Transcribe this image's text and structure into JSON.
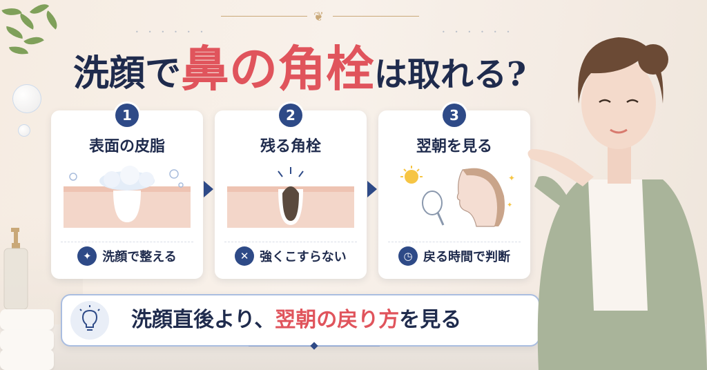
{
  "title": {
    "part1": "洗顔で",
    "part2": "鼻の角栓",
    "part3": "は取れる?"
  },
  "steps": [
    {
      "number": "1",
      "title": "表面の皮脂",
      "footer": "洗顔で整える",
      "icon": "sparkle-icon"
    },
    {
      "number": "2",
      "title": "残る角栓",
      "footer": "強くこすらない",
      "icon": "cross-icon"
    },
    {
      "number": "3",
      "title": "翌朝を見る",
      "footer": "戻る時間で判断",
      "icon": "clock-icon"
    }
  ],
  "summary": {
    "part1": "洗顔直後より、",
    "highlight": "翌朝の戻り方",
    "part2": "を見る",
    "icon": "lightbulb-icon"
  },
  "colors": {
    "navy": "#2e4a87",
    "accent_red": "#e0545c",
    "gold": "#c9a878",
    "background": "#f6ece2"
  }
}
